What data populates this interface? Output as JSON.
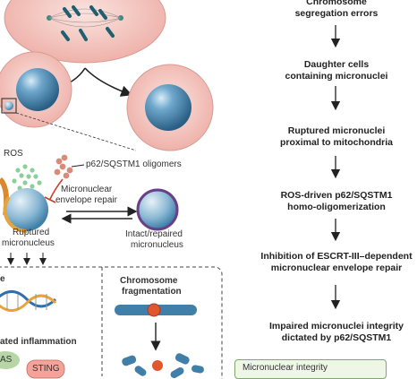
{
  "left_panel": {
    "ros": "ROS",
    "oligomers": "p62/SQSTM1 oligomers",
    "envelope_repair": [
      "Micronuclear",
      "envelope repair"
    ],
    "ruptured": [
      "Ruptured",
      "micronucleus"
    ],
    "intact": [
      "Intact/repaired",
      "micronucleus"
    ],
    "chromosome_fragmentation": [
      "Chromosome",
      "fragmentation"
    ],
    "inflammation_fragment": "ated inflammation",
    "sting": "STING",
    "dangling_e": "e",
    "cgas_fragment": "AS"
  },
  "flowchart": {
    "steps": [
      [
        "Chromosome",
        "segregation errors"
      ],
      [
        "Daughter cells",
        "containing micronuclei"
      ],
      [
        "Ruptured micronuclei",
        "proximal to mitochondria"
      ],
      [
        "ROS-driven p62/SQSTM1",
        "homo-oligomerization"
      ],
      [
        "Inhibition of ESCRT-III–dependent",
        "micronuclear envelope repair"
      ],
      [
        "Impaired micronuclei integrity",
        "dictated by p62/SQSTM1"
      ]
    ],
    "footer_tab": "Micronuclear integrity"
  },
  "colors": {
    "cell_fill": "#f4c6c0",
    "nucleus": "#3f7fa8",
    "chromosome": "#1f5f70",
    "ros_dots": "#8ccf9a",
    "p62": "#d98b7a",
    "red_arrow": "#c8402e",
    "sting_fill": "#f3a39a",
    "dna_blue": "#2f6fb0",
    "footer_border": "#7fa86a"
  }
}
